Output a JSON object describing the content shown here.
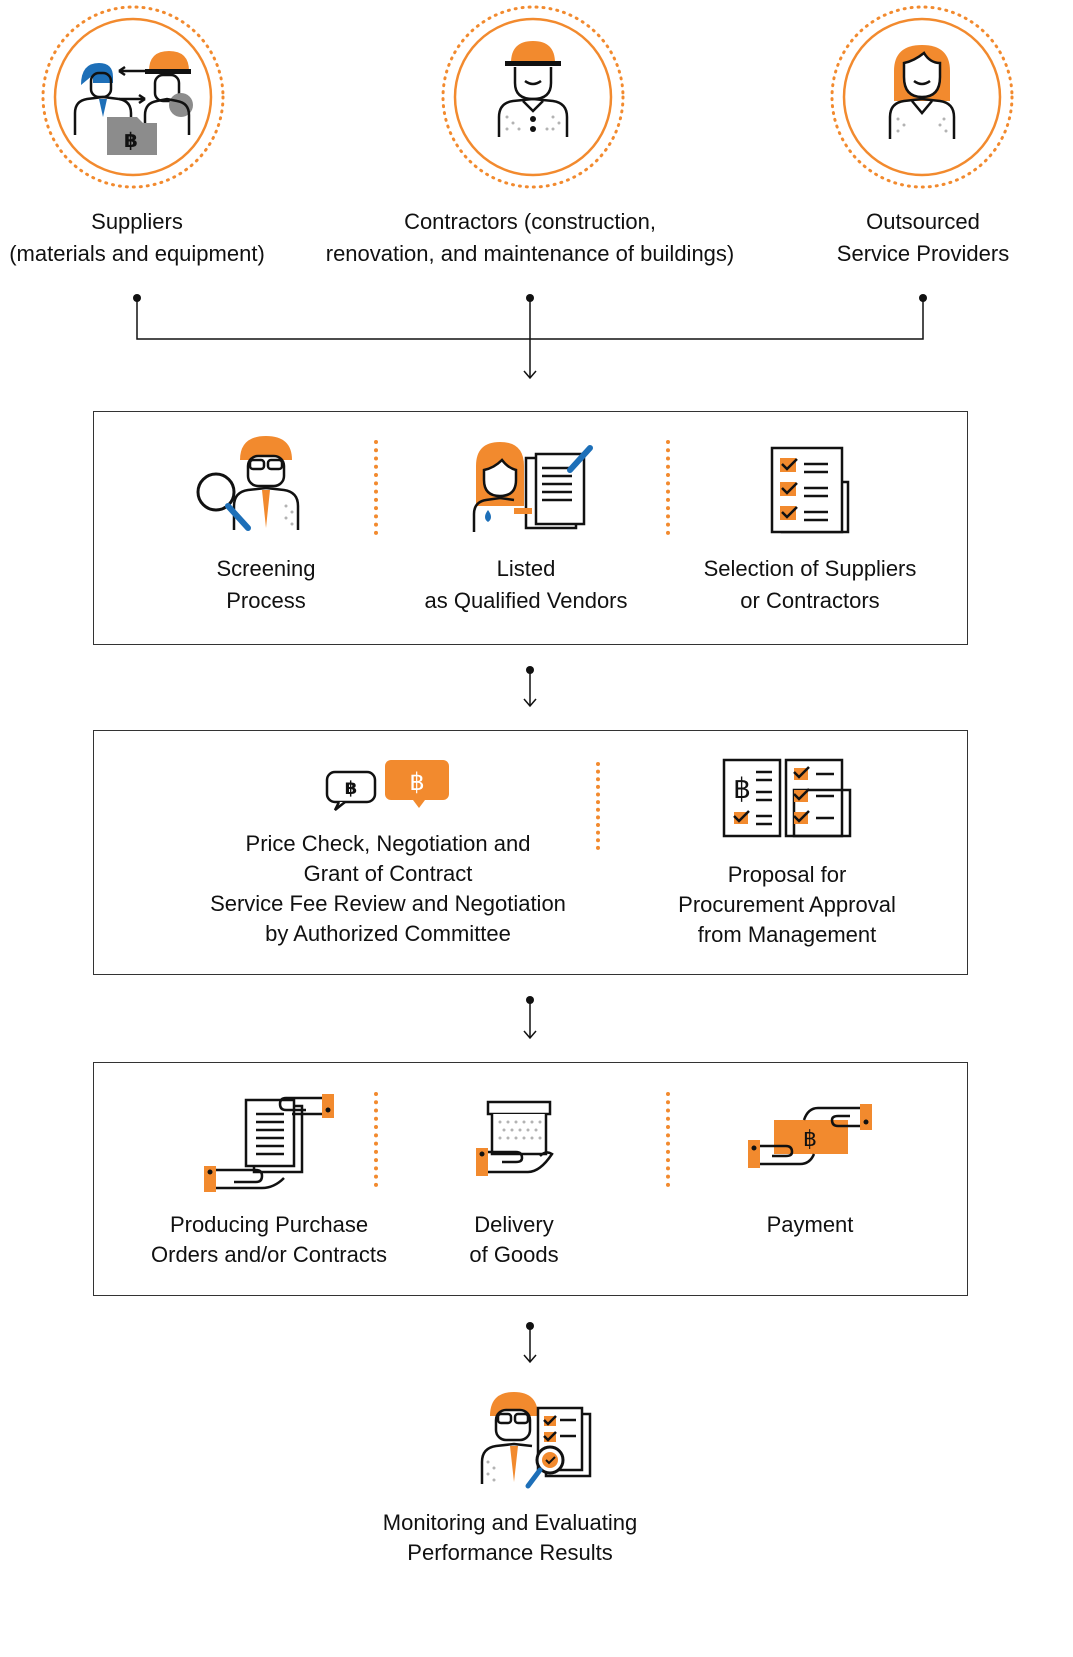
{
  "sources": [
    {
      "line1": "Suppliers",
      "line2": "(materials and equipment)",
      "icon": "supplier-exchange-icon"
    },
    {
      "line1": "Contractors (construction,",
      "line2": "renovation, and maintenance of buildings)",
      "icon": "contractor-hardhat-icon"
    },
    {
      "line1": "Outsourced",
      "line2": "Service Providers",
      "icon": "service-provider-icon"
    }
  ],
  "stage1": {
    "items": [
      {
        "line1": "Screening",
        "line2": "Process",
        "icon": "magnifier-person-icon"
      },
      {
        "line1": "Listed",
        "line2": "as Qualified Vendors",
        "icon": "vendor-list-icon"
      },
      {
        "line1": "Selection of Suppliers",
        "line2": "or Contractors",
        "icon": "checklist-icon"
      }
    ]
  },
  "stage2": {
    "left": {
      "lines": [
        "Price Check, Negotiation and",
        "Grant of Contract",
        "Service Fee Review and Negotiation",
        "by Authorized Committee"
      ],
      "icon": "baht-speech-bubbles-icon"
    },
    "right": {
      "lines": [
        "Proposal for",
        "Procurement Approval",
        "from Management"
      ],
      "icon": "approval-documents-icon"
    }
  },
  "stage3": {
    "items": [
      {
        "line1": "Producing Purchase",
        "line2": "Orders and/or Contracts",
        "icon": "document-handover-icon"
      },
      {
        "line1": "Delivery",
        "line2": "of Goods",
        "icon": "box-delivery-icon"
      },
      {
        "line1": "Payment",
        "line2": "",
        "icon": "baht-payment-icon"
      }
    ]
  },
  "final": {
    "line1": "Monitoring and Evaluating",
    "line2": "Performance Results",
    "icon": "evaluation-icon"
  },
  "colors": {
    "accent": "#f28a2e",
    "line": "#111111",
    "blue": "#1d6fb8",
    "gray": "#8c8c8c"
  }
}
